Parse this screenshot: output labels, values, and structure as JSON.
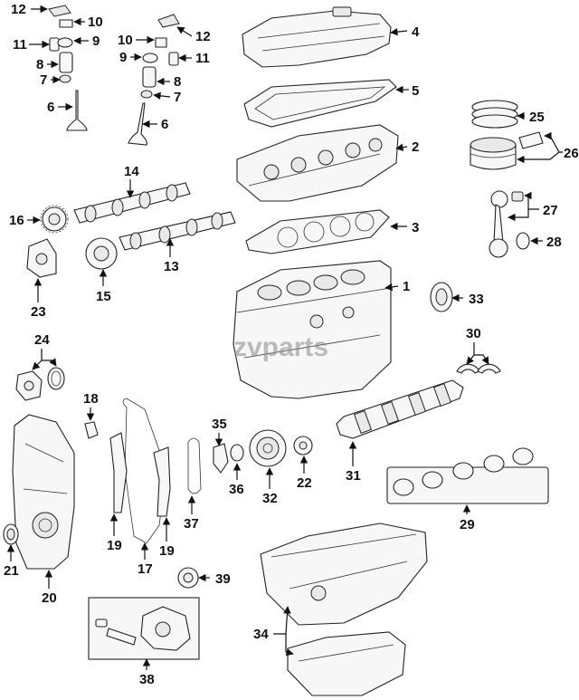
{
  "watermark": "zvparts",
  "callouts": {
    "c1": "1",
    "c2": "2",
    "c3": "3",
    "c4": "4",
    "c5": "5",
    "c6a": "6",
    "c6b": "6",
    "c7a": "7",
    "c7b": "7",
    "c8a": "8",
    "c8b": "8",
    "c9a": "9",
    "c9b": "9",
    "c10a": "10",
    "c10b": "10",
    "c11a": "11",
    "c11b": "11",
    "c12a": "12",
    "c12b": "12",
    "c13": "13",
    "c14": "14",
    "c15": "15",
    "c16": "16",
    "c17": "17",
    "c18": "18",
    "c19a": "19",
    "c19b": "19",
    "c20": "20",
    "c21": "21",
    "c22": "22",
    "c23": "23",
    "c24": "24",
    "c25": "25",
    "c26": "26",
    "c27": "27",
    "c28": "28",
    "c29": "29",
    "c30": "30",
    "c31": "31",
    "c32": "32",
    "c33": "33",
    "c34": "34",
    "c35": "35",
    "c36": "36",
    "c37": "37",
    "c38": "38",
    "c39": "39"
  }
}
